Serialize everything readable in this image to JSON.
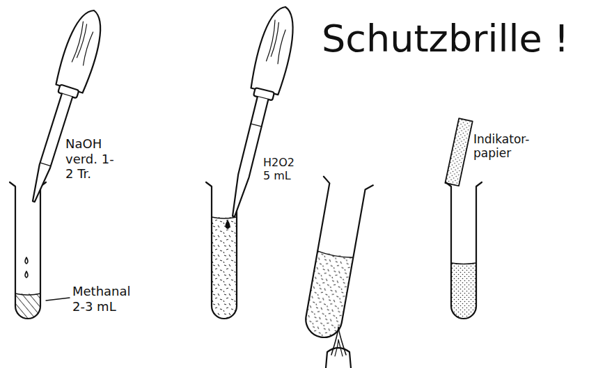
{
  "diagram": {
    "title": "Schutzbrille !",
    "labels": [
      "NaOH verd. 1-2 Tr.",
      "Methanal 2-3 mL",
      "H2O2 5 mL",
      "Indikator- papier"
    ]
  }
}
